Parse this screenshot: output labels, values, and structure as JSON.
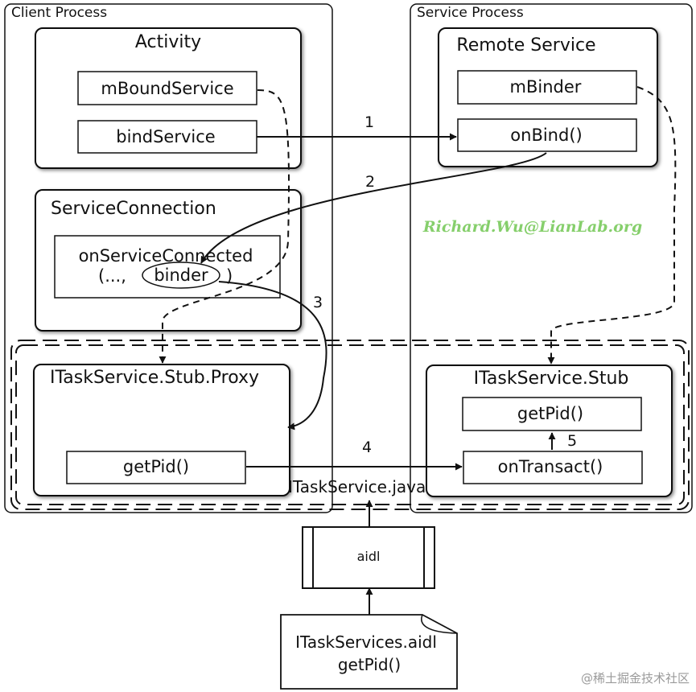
{
  "client_process": {
    "label": "Client Process",
    "activity": {
      "title": "Activity",
      "bound_service": "mBoundService",
      "bind_service": "bindService"
    },
    "service_connection": {
      "title": "ServiceConnection",
      "callback": "onServiceConnected",
      "args_prefix": "(...,",
      "binder": "binder",
      "args_suffix": ")"
    },
    "proxy": {
      "title": "ITaskService.Stub.Proxy",
      "method": "getPid()"
    }
  },
  "service_process": {
    "label": "Service Process",
    "remote_service": {
      "title": "Remote Service",
      "binder_field": "mBinder",
      "on_bind": "onBind()"
    },
    "stub": {
      "title": "ITaskService.Stub",
      "method": "getPid()",
      "on_transact": "onTransact()"
    }
  },
  "interface_file": "ITaskService.java",
  "aidl_tool": "aidl",
  "aidl_source": {
    "name": "ITaskServices.aidl",
    "method": "getPid()"
  },
  "steps": [
    "1",
    "2",
    "3",
    "4",
    "5"
  ],
  "author": "Richard.Wu@LianLab.org",
  "watermark": "@稀土掘金技术社区",
  "colors": {
    "author": "#86cf6c",
    "watermark": "#9a9a9a",
    "stroke": "#111111"
  }
}
